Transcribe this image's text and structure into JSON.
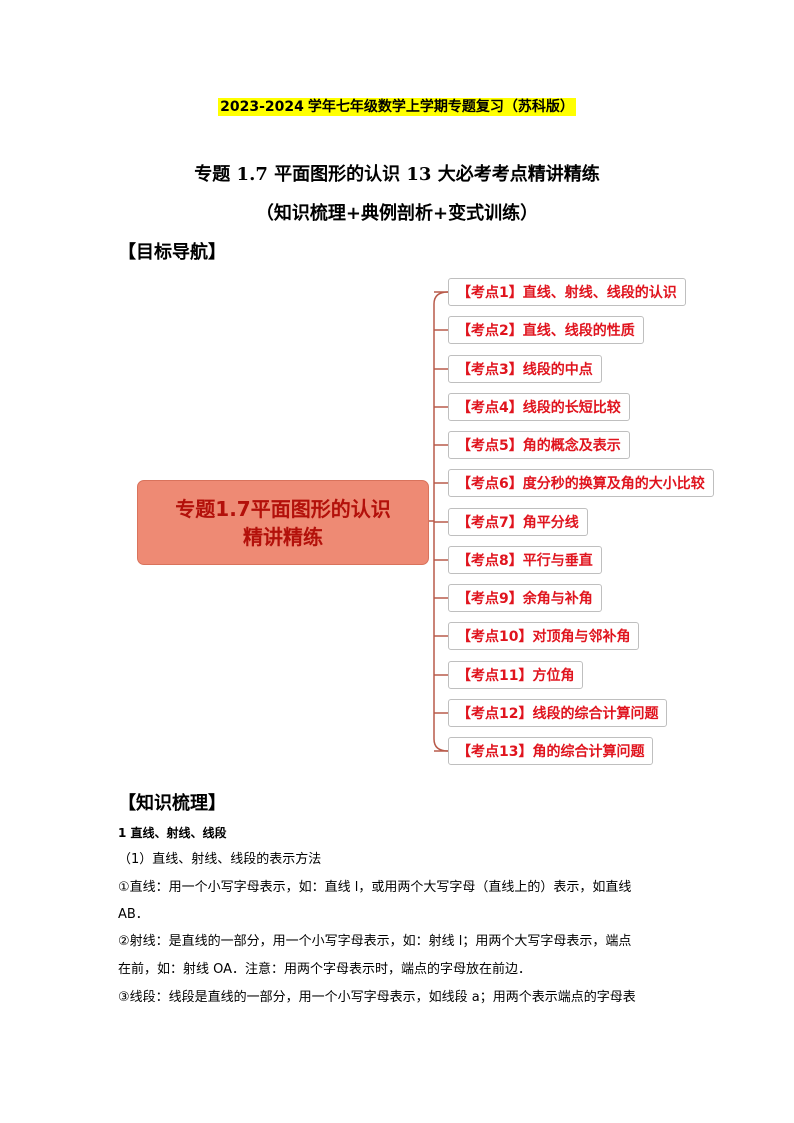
{
  "header": {
    "years": "2023-2024",
    "title_rest": "学年七年级数学上学期专题复习（苏科版）"
  },
  "doc": {
    "title": "专题 1.7 平面图形的认识 13 大必考考点精讲精练",
    "subtitle": "（知识梳理+典例剖析+变式训练）"
  },
  "nav_heading": "【目标导航】",
  "mindmap": {
    "center_line1": "专题1.7平面图形的认识",
    "center_line2": "精讲精练",
    "topics": [
      "【考点1】直线、射线、线段的认识",
      "【考点2】直线、线段的性质",
      "【考点3】线段的中点",
      "【考点4】线段的长短比较",
      "【考点5】角的概念及表示",
      "【考点6】度分秒的换算及角的大小比较",
      "【考点7】角平分线",
      "【考点8】平行与垂直",
      "【考点9】余角与补角",
      "【考点10】对顶角与邻补角",
      "【考点11】方位角",
      "【考点12】线段的综合计算问题",
      "【考点13】角的综合计算问题"
    ],
    "line_color": "#b85a4a"
  },
  "knowledge": {
    "heading": "【知识梳理】",
    "sec1": "1 直线、射线、线段",
    "sub1": "（1）直线、射线、线段的表示方法",
    "p1a": "①直线：用一个小写字母表示，如：直线 l，或用两个大写字母（直线上的）表示，如直线",
    "p1b": "AB．",
    "p2a": "②射线：是直线的一部分，用一个小写字母表示，如：射线 l；用两个大写字母表示，端点",
    "p2b": "在前，如：射线 OA．注意：用两个字母表示时，端点的字母放在前边．",
    "p3a": "③线段：线段是直线的一部分，用一个小写字母表示，如线段 a；用两个表示端点的字母表"
  }
}
